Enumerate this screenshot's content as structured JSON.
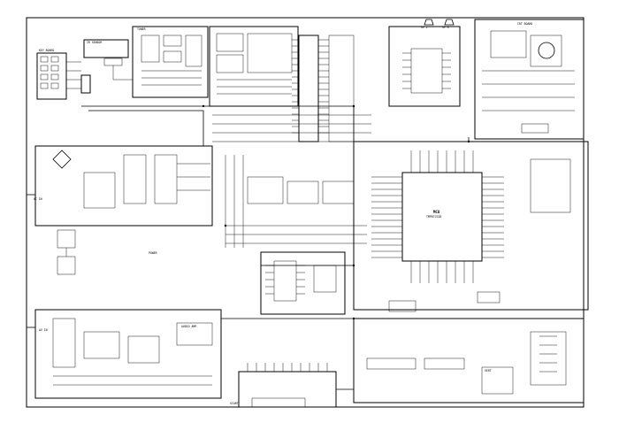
{
  "diagram": {
    "labels": {
      "ir_input": "IR SENSOR",
      "keypad": "KEY BOARD",
      "cpu_title": "MCU",
      "cpu_part": "TMP87CS38",
      "scart": "SCART",
      "crt_board": "CRT BOARD",
      "speaker_l": "SP L",
      "speaker_r": "SP R",
      "power": "POWER",
      "tuner": "TUNER",
      "ac_in": "AC IN",
      "audio_amp": "AUDIO AMP",
      "vertical": "VERT",
      "av_in": "AV IN"
    }
  }
}
